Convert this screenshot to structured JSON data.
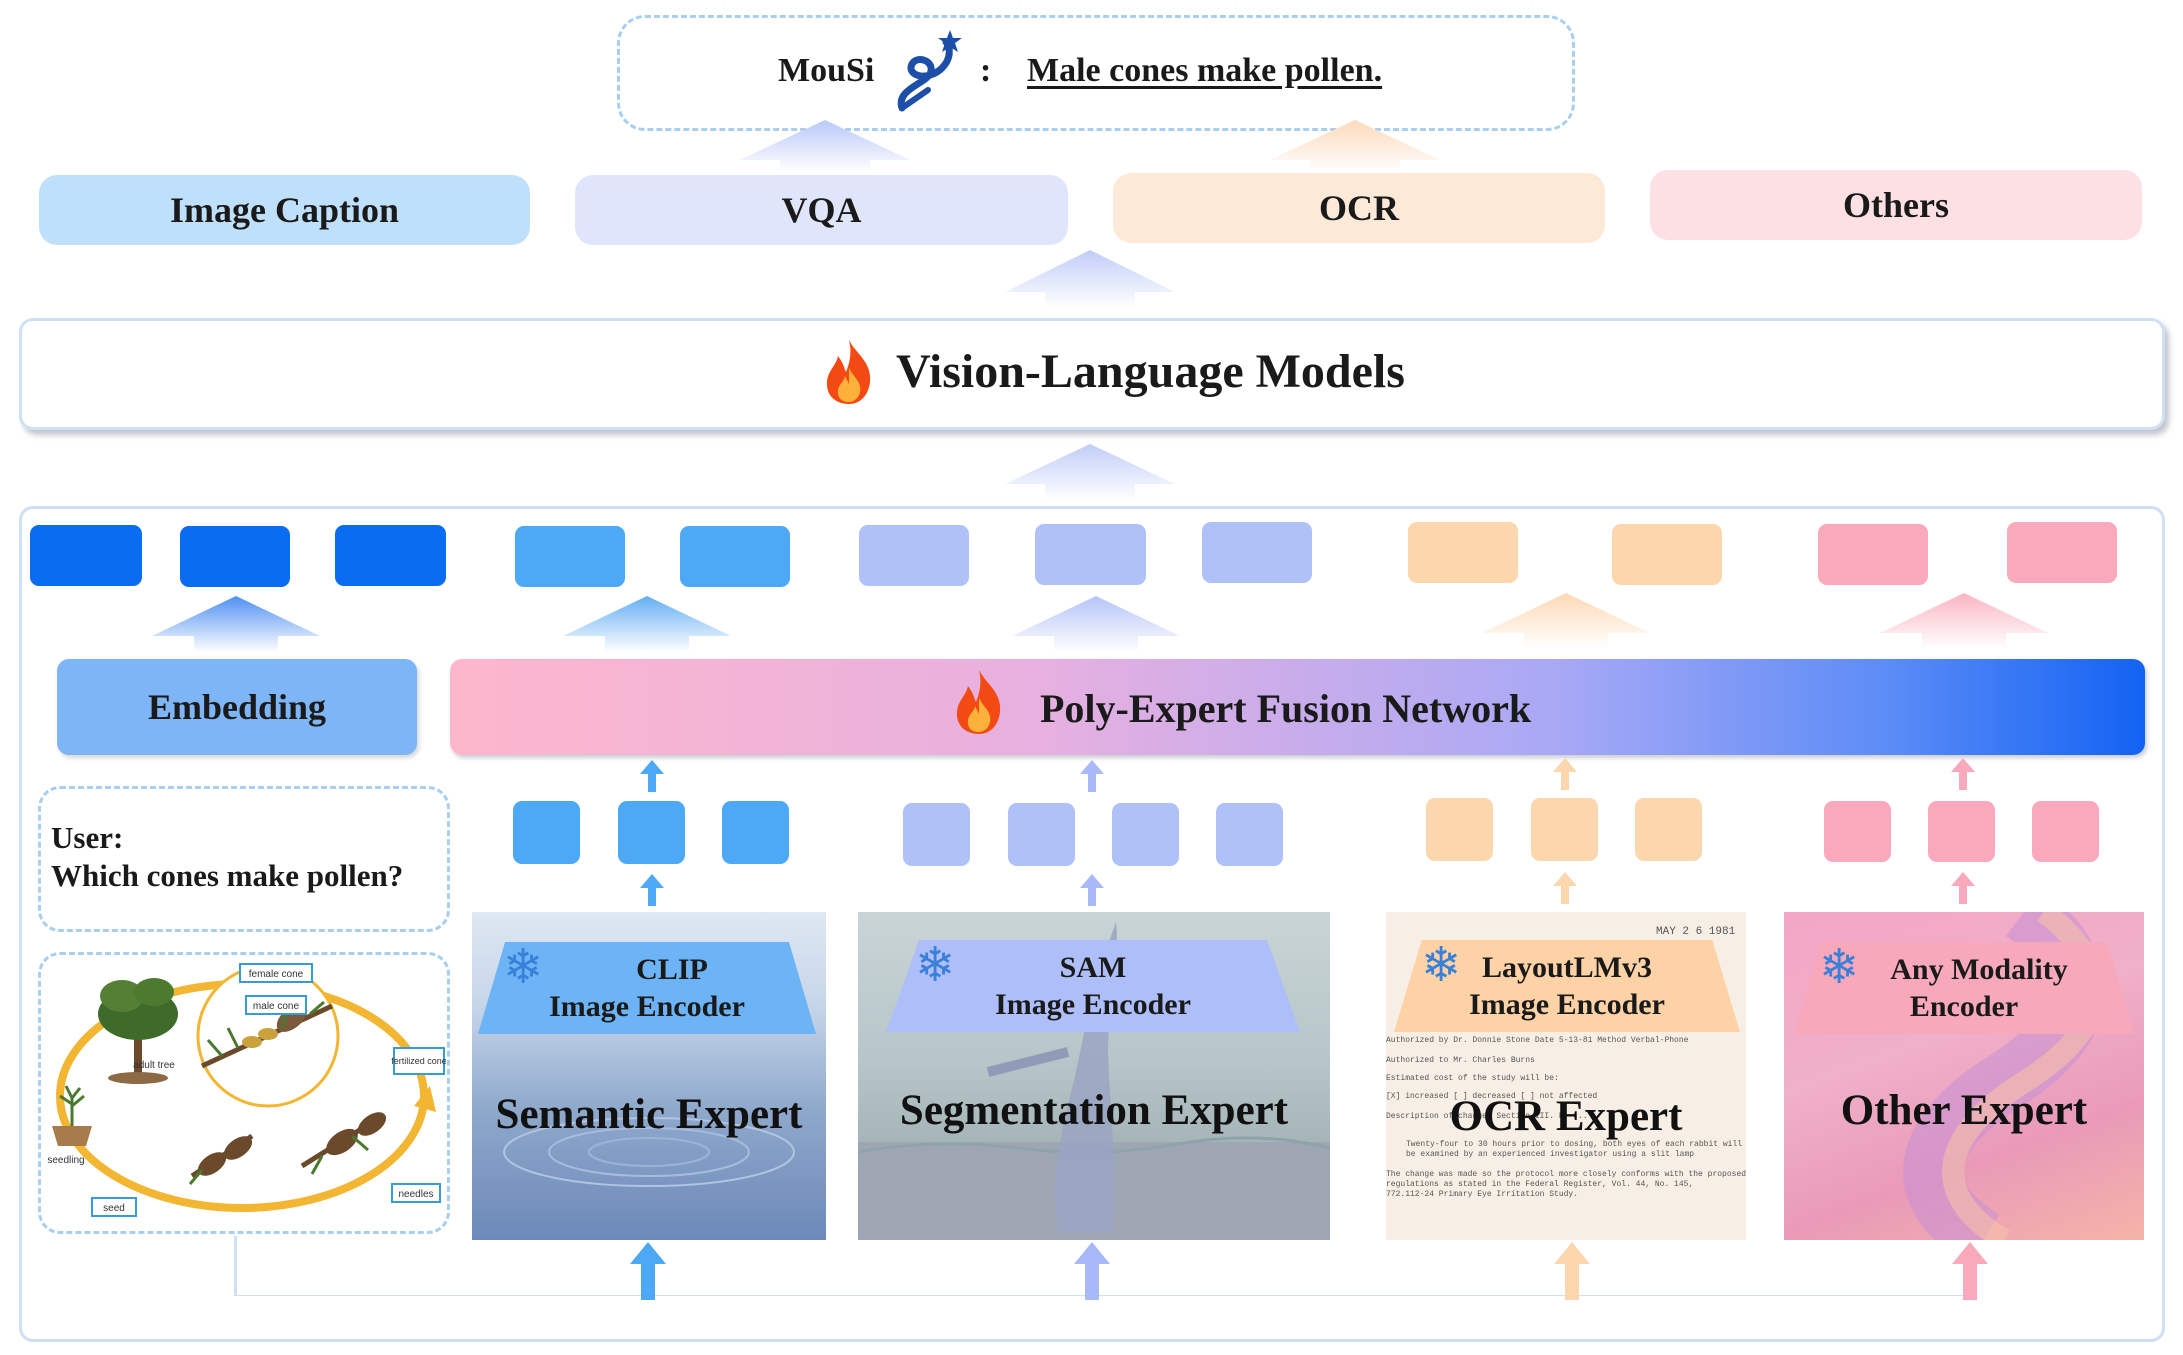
{
  "output": {
    "model_name": "MouSi",
    "colon": ":",
    "answer": "Male cones make pollen."
  },
  "tasks": [
    {
      "label": "Image Caption",
      "color": "#bfe0fb"
    },
    {
      "label": "VQA",
      "color": "#dfe6fb"
    },
    {
      "label": "OCR",
      "color": "#fde9d8"
    },
    {
      "label": "Others",
      "color": "#fde0e4"
    }
  ],
  "vlm": {
    "label": "Vision-Language Models",
    "icon": "fire-icon"
  },
  "fusion": {
    "label": "Poly-Expert Fusion Network",
    "icon": "fire-icon"
  },
  "embedding": {
    "label": "Embedding"
  },
  "user": {
    "speaker": "User:",
    "question": "Which cones make pollen?"
  },
  "lifecycle": {
    "labels": {
      "female_cone": "female cone",
      "male_cone": "male cone",
      "adult_tree": "adult tree",
      "fertilized_cone": "fertilized cone",
      "seedling": "seedling",
      "seed": "seed",
      "needles": "needles"
    }
  },
  "experts": [
    {
      "encoder_line1": "CLIP",
      "encoder_line2": "Image Encoder",
      "expert": "Semantic Expert",
      "color": "#4da8f5",
      "icon": "snowflake-icon"
    },
    {
      "encoder_line1": "SAM",
      "encoder_line2": "Image Encoder",
      "expert": "Segmentation Expert",
      "color": "#a9b9f7",
      "icon": "snowflake-icon"
    },
    {
      "encoder_line1": "LayoutLMv3",
      "encoder_line2": "Image Encoder",
      "expert": "OCR Expert",
      "color": "#fcd6ac",
      "icon": "snowflake-icon"
    },
    {
      "encoder_line1": "Any Modality",
      "encoder_line2": "Encoder",
      "expert": "Other Expert",
      "color": "#f9a9bb",
      "icon": "snowflake-icon"
    }
  ],
  "document_text": {
    "date": "MAY 2 6 1981",
    "line1": "Authorized by  Dr. Donnie Stone     Date  5-13-81    Method  Verbal-Phone",
    "line2": "Authorized to  Mr. Charles Burns",
    "line3": "Estimated cost of the study will be:",
    "line4": "[X] increased    [ ] decreased    [ ] not affected",
    "line5": "Description of change: Section III. B.  ...",
    "line6": "Twenty-four to 30 hours prior to dosing, both eyes of each rabbit will",
    "line7": "be examined by an experienced investigator using a slit lamp",
    "line8": "The change was made so the protocol more closely conforms with the proposed",
    "line9": "regulations as stated in the Federal Register, Vol. 44, No. 145,",
    "line10": "772.112-24 Primary Eye Irritation Study."
  },
  "colors": {
    "blue_dark": "#0a6cf0",
    "blue_mid": "#4da8f5",
    "periwinkle": "#a9b9f7",
    "peach": "#fcd6ac",
    "pink": "#f9a9bb",
    "frame": "#c8daf1"
  }
}
